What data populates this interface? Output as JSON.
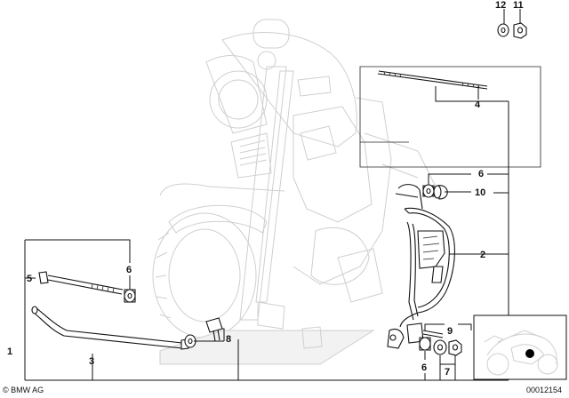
{
  "diagram": {
    "callouts": {
      "c1": "1",
      "c2": "2",
      "c3": "3",
      "c4": "4",
      "c5": "5",
      "c6a": "6",
      "c6b": "6",
      "c6c": "6",
      "c7": "7",
      "c8": "8",
      "c9": "9",
      "c10": "10",
      "c11": "11",
      "c12": "12"
    }
  },
  "footer": {
    "brand": "© BMW AG",
    "diagram_number": "00012154"
  }
}
